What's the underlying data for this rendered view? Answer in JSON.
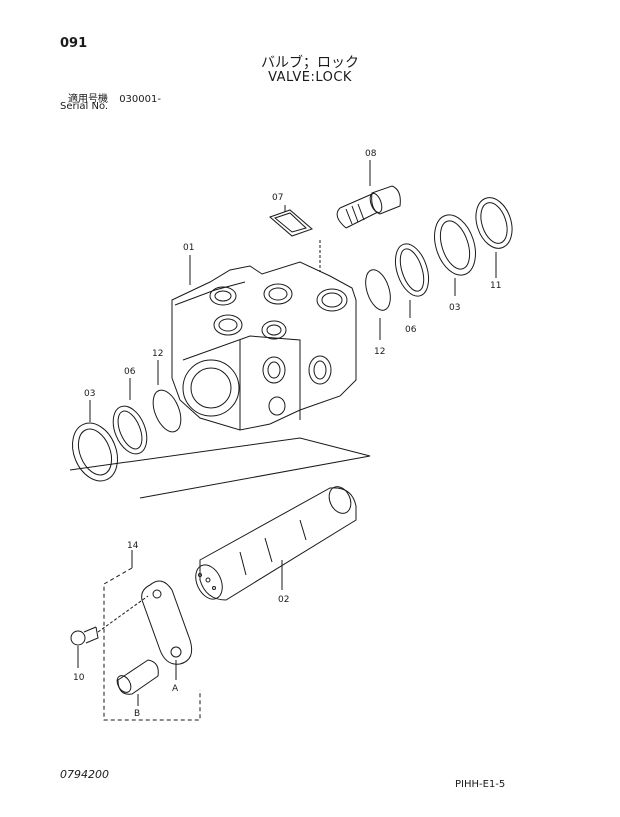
{
  "header": {
    "page_number": "091",
    "title_jp": "バルブ；ロック",
    "title_en": "VALVE:LOCK",
    "serial_label_jp": "適用号機",
    "serial_value": "030001-",
    "serial_label_en": "Serial No."
  },
  "callouts": {
    "c01": "01",
    "c02": "02",
    "c03_left": "03",
    "c03_right": "03",
    "c06_left": "06",
    "c06_right": "06",
    "c07": "07",
    "c08": "08",
    "c10": "10",
    "c11": "11",
    "c12_left": "12",
    "c12_right": "12",
    "c14": "14",
    "cA": "A",
    "cB": "B"
  },
  "footer": {
    "drawing_no": "0794200",
    "page_code": "PIHH-E1-5"
  }
}
